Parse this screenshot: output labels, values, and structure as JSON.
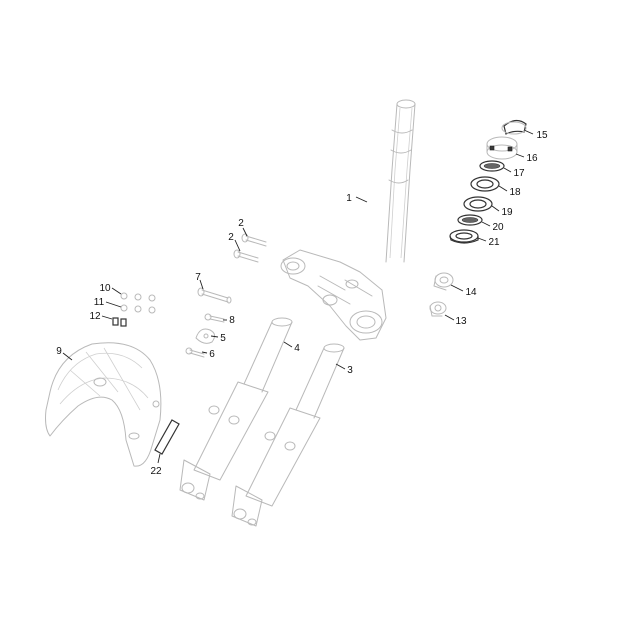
{
  "diagram": {
    "callouts": [
      {
        "id": "c1",
        "label": "1"
      },
      {
        "id": "c2a",
        "label": "2"
      },
      {
        "id": "c2b",
        "label": "2"
      },
      {
        "id": "c3",
        "label": "3"
      },
      {
        "id": "c4",
        "label": "4"
      },
      {
        "id": "c5",
        "label": "5"
      },
      {
        "id": "c6",
        "label": "6"
      },
      {
        "id": "c7",
        "label": "7"
      },
      {
        "id": "c8",
        "label": "8"
      },
      {
        "id": "c9",
        "label": "9"
      },
      {
        "id": "c10",
        "label": "10"
      },
      {
        "id": "c11",
        "label": "11"
      },
      {
        "id": "c12",
        "label": "12"
      },
      {
        "id": "c13",
        "label": "13"
      },
      {
        "id": "c14",
        "label": "14"
      },
      {
        "id": "c15",
        "label": "15"
      },
      {
        "id": "c16",
        "label": "16"
      },
      {
        "id": "c17",
        "label": "17"
      },
      {
        "id": "c18",
        "label": "18"
      },
      {
        "id": "c19",
        "label": "19"
      },
      {
        "id": "c20",
        "label": "20"
      },
      {
        "id": "c21",
        "label": "21"
      },
      {
        "id": "c22",
        "label": "22"
      }
    ],
    "colors": {
      "background": "#ffffff",
      "part_outline": "#b9b9b9",
      "highlighted_part": "#333333",
      "callout_text": "#111111"
    }
  }
}
